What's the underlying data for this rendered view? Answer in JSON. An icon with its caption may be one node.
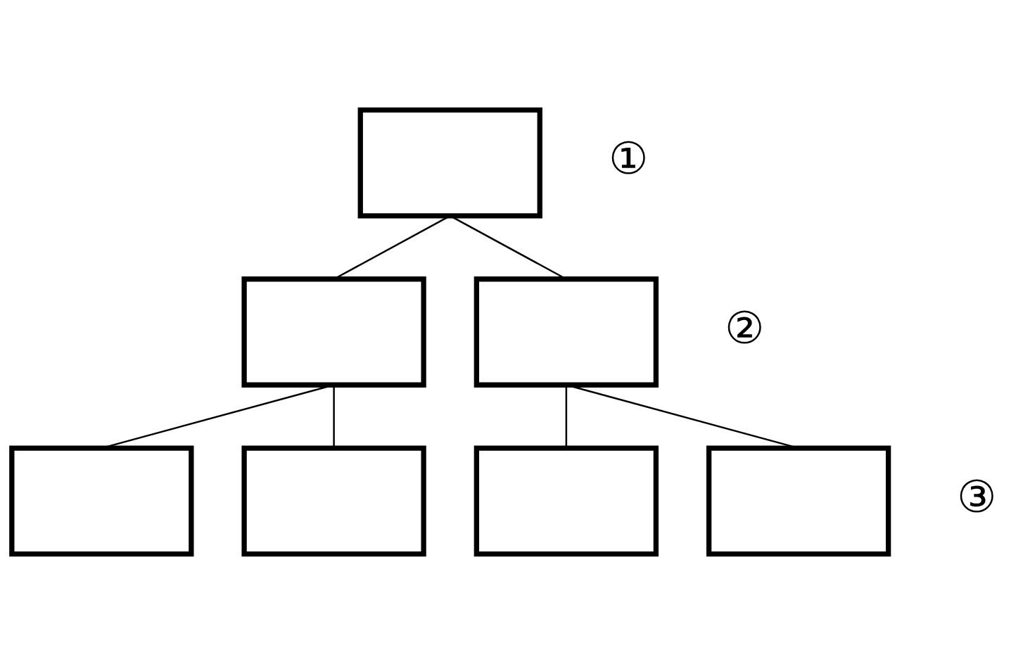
{
  "diagram": {
    "nodes": [
      {
        "text": [],
        "shape": "box"
      },
      {
        "text": [],
        "shape": "box"
      },
      {
        "text": [],
        "shape": "box"
      },
      {
        "text": [],
        "shape": "box"
      },
      {
        "text": [],
        "shape": "box"
      },
      {
        "text": [],
        "shape": "box"
      },
      {
        "text": [],
        "shape": "box"
      }
    ],
    "edges": [
      {
        "from": 0,
        "to": 1,
        "arrow": "none"
      },
      {
        "from": 0,
        "to": 2,
        "arrow": "none"
      },
      {
        "from": 1,
        "to": 3,
        "arrow": "none"
      },
      {
        "from": 1,
        "to": 4,
        "arrow": "none"
      },
      {
        "from": 2,
        "to": 5,
        "arrow": "none"
      },
      {
        "from": 2,
        "to": 6,
        "arrow": "none"
      }
    ],
    "labels": [
      "①",
      "②",
      "③"
    ]
  }
}
